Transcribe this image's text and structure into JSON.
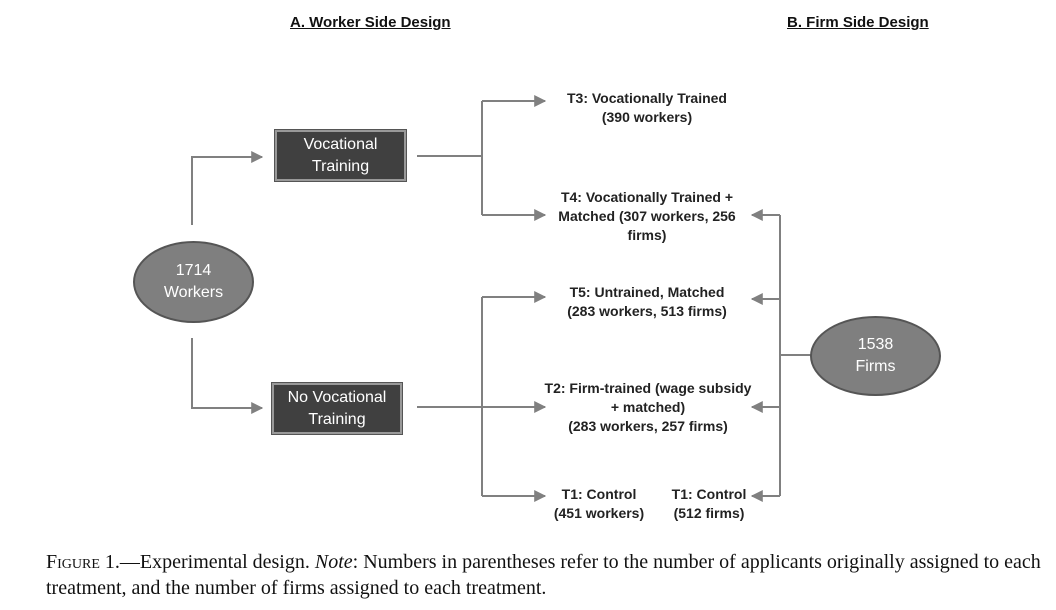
{
  "headers": {
    "worker_side": "A. Worker Side Design",
    "firm_side": "B. Firm Side Design"
  },
  "nodes": {
    "workers": [
      "1714",
      "Workers"
    ],
    "vocational": [
      "Vocational",
      "Training"
    ],
    "no_vocational": [
      "No Vocational",
      "Training"
    ],
    "firms": [
      "1538",
      "Firms"
    ]
  },
  "treatments": {
    "t3": [
      "T3: Vocationally Trained",
      "(390 workers)"
    ],
    "t4": [
      "T4: Vocationally Trained +",
      "Matched (307 workers, 256",
      "firms)"
    ],
    "t5": [
      "T5: Untrained, Matched",
      "(283 workers, 513 firms)"
    ],
    "t2": [
      "T2: Firm-trained (wage subsidy",
      "+ matched)",
      "(283 workers, 257 firms)"
    ],
    "t1_workers": [
      "T1: Control",
      "(451 workers)"
    ],
    "t1_firms": [
      "T1: Control",
      "(512 firms)"
    ]
  },
  "caption": {
    "label": "Figure 1",
    "dash": ".—Experimental design. ",
    "note_label": "Note",
    "text": ": Numbers in parentheses refer to the number of applicants originally assigned to each treatment, and the number of firms assigned to each treatment."
  },
  "colors": {
    "box_fill": "#404040",
    "oval_fill": "#7f7f7f",
    "connector": "#808080"
  }
}
